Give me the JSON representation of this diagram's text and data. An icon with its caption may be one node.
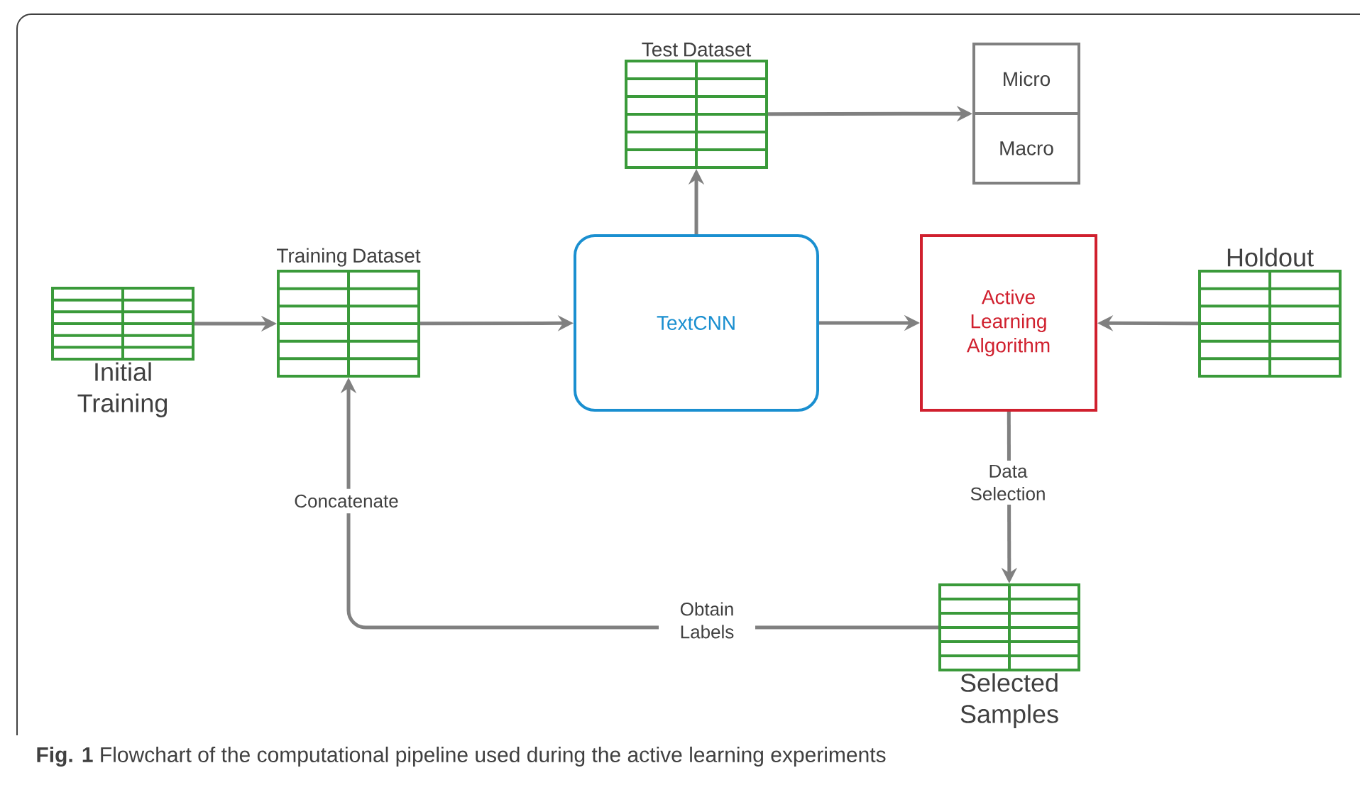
{
  "diagram": {
    "caption": "**Fig. 1** Flowchart of the computational pipeline used during the active learning experiments",
    "nodes": [
      {
        "text": [
          "Initial Training"
        ]
      },
      {
        "text": [
          "Training Dataset"
        ]
      },
      {
        "text": [
          "TextCNN"
        ]
      },
      {
        "text": [
          "Test Dataset"
        ]
      },
      {
        "text": [
          "Micro",
          "Macro"
        ]
      },
      {
        "text": [
          "Active Learning Algorithm"
        ]
      },
      {
        "text": [
          "Holdout"
        ]
      },
      {
        "text": [
          "Selected Samples"
        ]
      }
    ],
    "edges": [
      {
        "from": 0,
        "to": 1,
        "arrow": "to"
      },
      {
        "from": 1,
        "to": 2,
        "arrow": "to"
      },
      {
        "from": 2,
        "to": 3,
        "arrow": "to"
      },
      {
        "from": 3,
        "to": 4,
        "arrow": "to"
      },
      {
        "from": 5,
        "to": 7,
        "label": "Data Selection",
        "arrow": "to"
      },
      {
        "from": 2,
        "to": 5,
        "arrow": "to"
      },
      {
        "from": 6,
        "to": 5,
        "arrow": "to"
      },
      {
        "from": 7,
        "to": 1,
        "label": "Obtain Labels",
        "arrow": "to"
      }
    ],
    "labels": [
      "Concatenate"
    ]
  }
}
